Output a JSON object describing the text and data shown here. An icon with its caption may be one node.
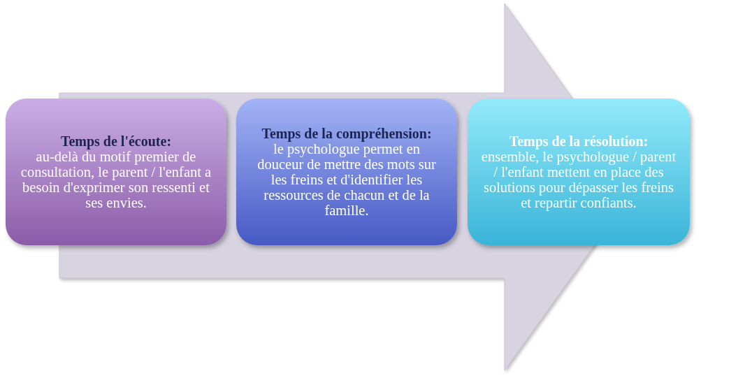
{
  "diagram": {
    "nodes": [
      {
        "text": [
          "Temps de l'écoute:",
          "au-delà du motif premier de consultation, le parent / l'enfant a besoin d'exprimer son ressenti et ses envies."
        ]
      },
      {
        "text": [
          "Temps de la compréhension:",
          "le psychologue permet en douceur de mettre des mots sur les freins et d'identifier les ressources de chacun et de la famille."
        ]
      },
      {
        "text": [
          "Temps de la résolution:",
          "ensemble, le psychologue / parent / l'enfant mettent en place des solutions pour dépasser les freins et repartir confiants."
        ]
      }
    ],
    "edges": [
      {
        "from": 0,
        "to": 2,
        "arrow": "to"
      }
    ]
  }
}
